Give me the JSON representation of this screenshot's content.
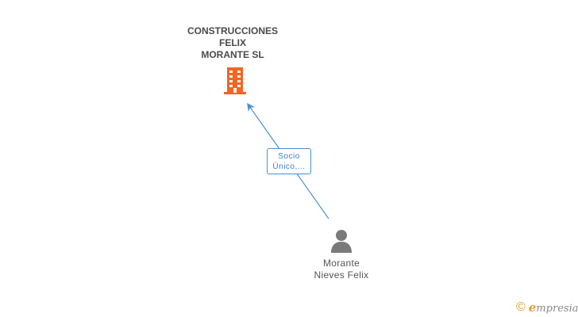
{
  "company": {
    "name_lines": [
      "CONSTRUCCIONES",
      "FELIX",
      "MORANTE SL"
    ],
    "icon": "building-icon",
    "icon_color": "#f26522"
  },
  "relation": {
    "label_lines": [
      "Socio",
      "Único,..."
    ],
    "color": "#4a8fd6"
  },
  "person": {
    "name_lines": [
      "Morante",
      "Nieves Felix"
    ],
    "icon": "person-icon",
    "icon_color": "#7a7a7a"
  },
  "brand": {
    "copyright_symbol": "©",
    "first_letter": "e",
    "rest": "mpresia"
  }
}
